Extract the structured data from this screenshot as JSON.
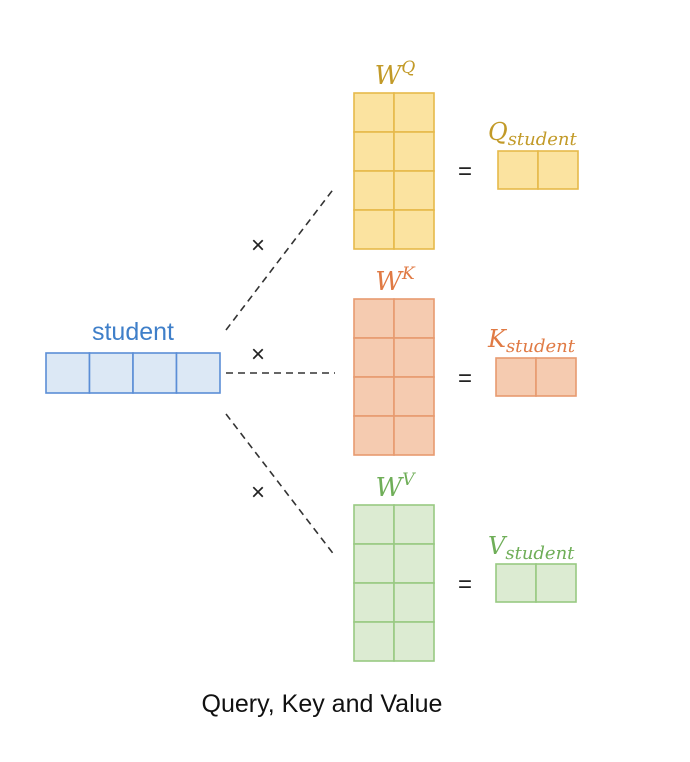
{
  "caption": "Query, Key and Value",
  "input": {
    "label": "student",
    "cells": 4,
    "fill": "#dce8f5",
    "stroke": "#5b8ed6",
    "text_color": "#3f7fc9"
  },
  "operator_symbol": "×",
  "equals_symbol": "=",
  "branches": [
    {
      "id": "query",
      "weight_symbol": "W",
      "weight_superscript": "Q",
      "output_symbol": "Q",
      "output_subscript": "student",
      "fill": "#fbe3a0",
      "stroke": "#e6b94a",
      "text_color": "#c29a28",
      "matrix_rows": 4,
      "matrix_cols": 2,
      "output_cols": 2
    },
    {
      "id": "key",
      "weight_symbol": "W",
      "weight_superscript": "K",
      "output_symbol": "K",
      "output_subscript": "student",
      "fill": "#f5cbb0",
      "stroke": "#e79a70",
      "text_color": "#e07a44",
      "matrix_rows": 4,
      "matrix_cols": 2,
      "output_cols": 2
    },
    {
      "id": "value",
      "weight_symbol": "W",
      "weight_superscript": "V",
      "output_symbol": "V",
      "output_subscript": "student",
      "fill": "#dcebd2",
      "stroke": "#98c982",
      "text_color": "#6fae58",
      "matrix_rows": 4,
      "matrix_cols": 2,
      "output_cols": 2
    }
  ]
}
